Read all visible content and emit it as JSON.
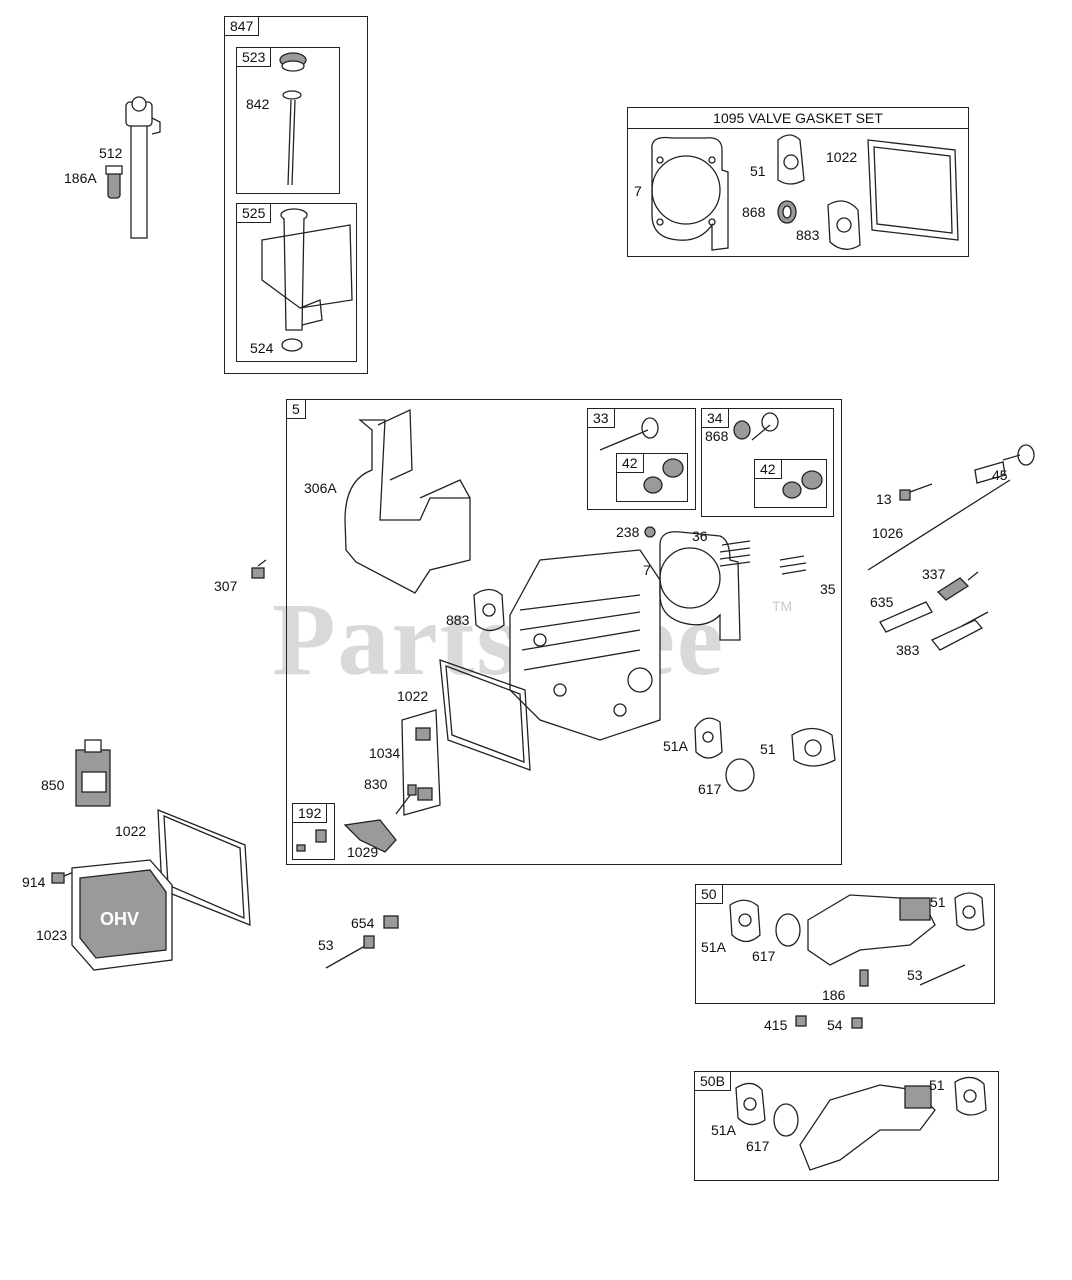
{
  "watermark": {
    "text": "PartsTree",
    "trademark": "TM"
  },
  "boxes": {
    "b847": "847",
    "b523": "523",
    "b525": "525",
    "valve_gasket_set": "1095 VALVE GASKET SET",
    "b5": "5",
    "b33": "33",
    "b34": "34",
    "b42a": "42",
    "b42b": "42",
    "b192": "192",
    "b50": "50",
    "b50b": "50B"
  },
  "callouts": {
    "c512": "512",
    "c186a": "186A",
    "c842": "842",
    "c524": "524",
    "vg7": "7",
    "vg51": "51",
    "vg1022": "1022",
    "vg868": "868",
    "vg883": "883",
    "c306a": "306A",
    "c307": "307",
    "c238": "238",
    "c36": "36",
    "c7": "7",
    "c35": "35",
    "c883": "883",
    "c1022": "1022",
    "c1034": "1034",
    "c830": "830",
    "c1029": "1029",
    "c51a": "51A",
    "c51": "51",
    "c617": "617",
    "c868": "868",
    "c13": "13",
    "c45": "45",
    "c1026": "1026",
    "c337": "337",
    "c635": "635",
    "c383": "383",
    "c850": "850",
    "c1022b": "1022",
    "c914": "914",
    "c1023": "1023",
    "c654": "654",
    "c53": "53",
    "i51a": "51A",
    "i617": "617",
    "i51": "51",
    "i186": "186",
    "i53": "53",
    "c415": "415",
    "c54": "54",
    "j51a": "51A",
    "j617": "617",
    "j51": "51"
  }
}
